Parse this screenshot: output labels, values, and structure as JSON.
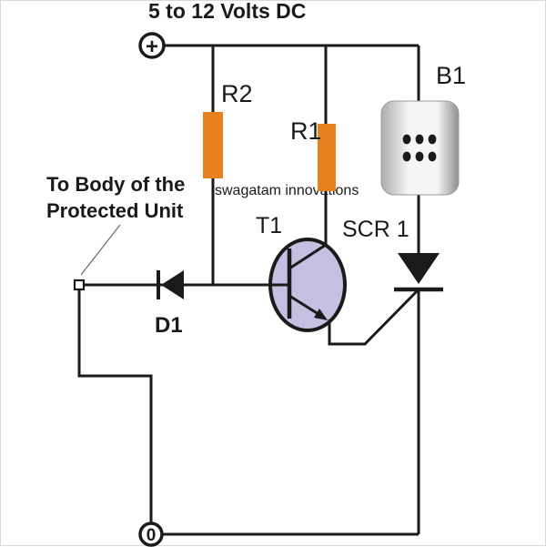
{
  "title": "5 to 12 Volts DC",
  "watermark": "swagatam innovations",
  "terminals": {
    "positive": "+",
    "negative": "0"
  },
  "annotation": {
    "line1": "To Body of the",
    "line2": "Protected Unit"
  },
  "labels": {
    "r2": "R2",
    "r1": "R1",
    "b1": "B1",
    "t1": "T1",
    "scr1": "SCR 1",
    "d1": "D1"
  },
  "colors": {
    "wire": "#1a1a1a",
    "resistor_body": "#e8801e",
    "transistor_body": "#c6bfe2",
    "watermark_gray": "#9e9e9e",
    "buzzer_edge_dark": "#8f8f8f",
    "buzzer_mid_dark": "#ababab",
    "buzzer_light": "#f5f5f5",
    "background": "#ffffff"
  }
}
